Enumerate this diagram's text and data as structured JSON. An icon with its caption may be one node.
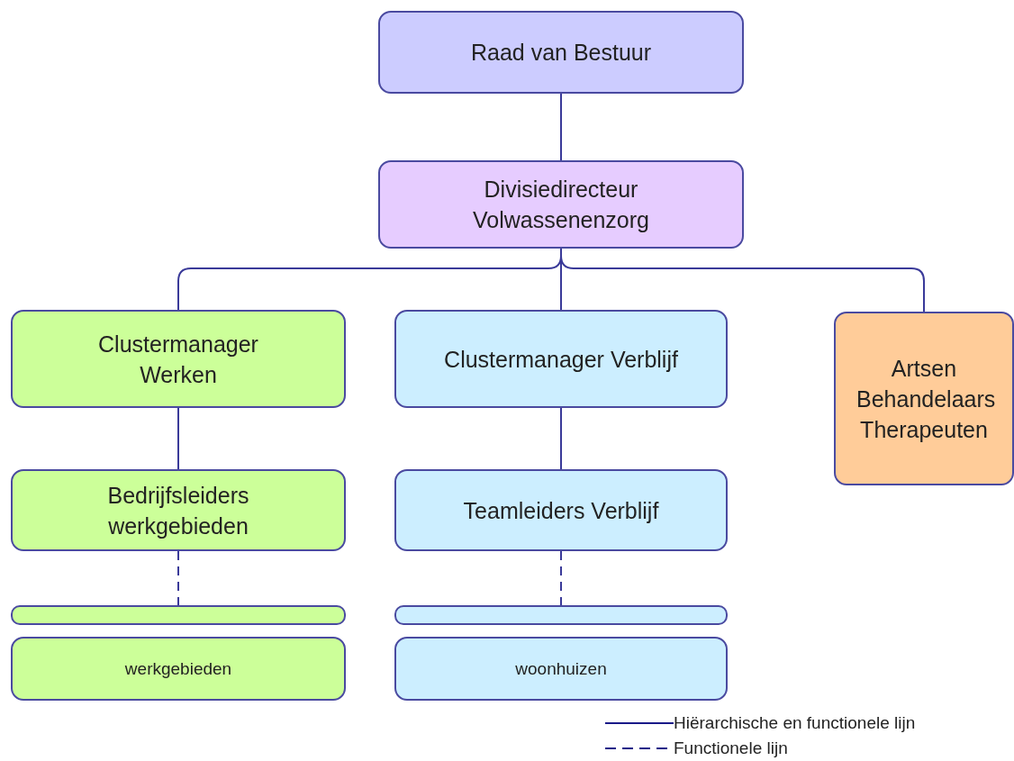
{
  "diagram": {
    "nodes": [
      {
        "text": [
          "Raad van Bestuur"
        ]
      },
      {
        "text": [
          "Divisiedirecteur Volwassenenzorg"
        ]
      },
      {
        "text": [
          "Clustermanager Werken"
        ]
      },
      {
        "text": [
          "Clustermanager Verblijf"
        ]
      },
      {
        "text": [
          "Artsen Behandelaars Therapeuten"
        ]
      },
      {
        "text": [
          "Bedrijfsleiders werkgebieden"
        ]
      },
      {
        "text": [
          "Teamleiders Verblijf"
        ]
      },
      {
        "text": [],
        "shape": "bar"
      },
      {
        "text": [],
        "shape": "bar"
      },
      {
        "text": [
          "werkgebieden"
        ]
      },
      {
        "text": [
          "woonhuizen"
        ]
      }
    ],
    "edges": [
      {
        "from": 0,
        "to": 1,
        "arrow": "none"
      },
      {
        "from": 1,
        "to": 2,
        "arrow": "none"
      },
      {
        "from": 1,
        "to": 3,
        "arrow": "none"
      },
      {
        "from": 1,
        "to": 4,
        "arrow": "none"
      },
      {
        "from": 2,
        "to": 5,
        "arrow": "none"
      },
      {
        "from": 3,
        "to": 6,
        "arrow": "none"
      },
      {
        "from": 5,
        "to": 7,
        "arrow": "none",
        "style": "dashed"
      },
      {
        "from": 6,
        "to": 8,
        "arrow": "none",
        "style": "dashed"
      }
    ],
    "legend": [
      {
        "text": "Hiërarchische en functionele lijn"
      },
      {
        "text": "Functionele lijn"
      }
    ]
  }
}
